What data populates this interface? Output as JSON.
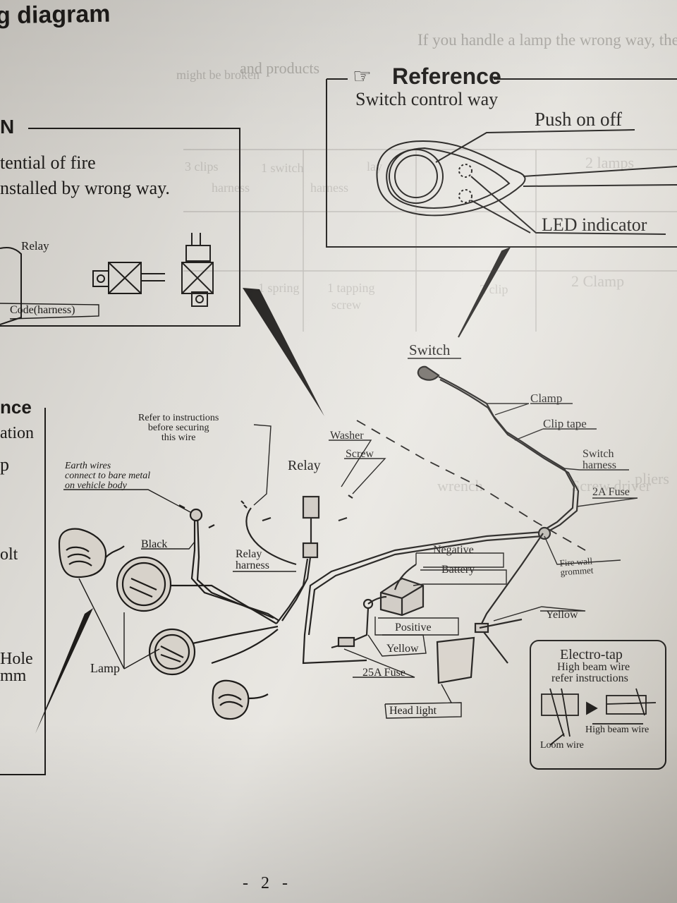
{
  "header": {
    "title": "g diagram"
  },
  "faded_text": {
    "warning_line1": "If you handle a lamp the wrong way, there is potential danger of getting h",
    "warning_line2": "and products",
    "warning_line3": "might be broken"
  },
  "caution_box": {
    "heading": "N",
    "line1": "tential of fire",
    "line2": "nstalled by wrong way.",
    "relay_label": "Relay",
    "code_label": "Code(harness)"
  },
  "reference_box": {
    "heading": "Reference",
    "subtitle": "Switch control way",
    "push_label": "Push on off",
    "led_label": "LED indicator"
  },
  "left_section": {
    "heading": "nce",
    "line1": "ation",
    "line2": "p",
    "line3": "olt",
    "line4": "Hole",
    "line5": "mm"
  },
  "diagram_labels": {
    "switch": "Switch",
    "clamp": "Clamp",
    "clip_tape": "Clip tape",
    "switch_harness": "Switch\nharness",
    "fuse_2a": "2A Fuse",
    "fire_wall_grommet": "Fire wall\ngrommet",
    "washer": "Washer",
    "screw": "Screw",
    "relay": "Relay",
    "refer_instructions": "Refer to instructions\nbefore securing\nthis wire",
    "earth_wires": "Earth wires\nconnect to bare metal\non vehicle body",
    "black": "Black",
    "relay_harness": "Relay\nharness",
    "negative": "Negative",
    "battery": "Battery",
    "positive": "Positive",
    "yellow_1": "Yellow",
    "yellow_2": "Yellow",
    "fuse_25a": "25A Fuse",
    "head_light": "Head light",
    "lamp": "Lamp"
  },
  "electro_tap": {
    "title": "Electro-tap",
    "line1": "High beam wire",
    "line2": "refer instructions",
    "high_beam_wire": "High beam wire",
    "loom_wire": "Loom wire"
  },
  "background_table": {
    "row1": "2 lamps",
    "row2": "2 Clamp",
    "c1": "1 switch",
    "c2": "harness",
    "c3": "lay",
    "c4": "harness",
    "c5": "3 clips",
    "c6": "1 tapping",
    "c7": "screw",
    "c8": "1 spring",
    "c9": "2 clip",
    "c10": "Screw driver",
    "c11": "wrench",
    "c12": "pliers"
  },
  "page_number": "- 2 -"
}
